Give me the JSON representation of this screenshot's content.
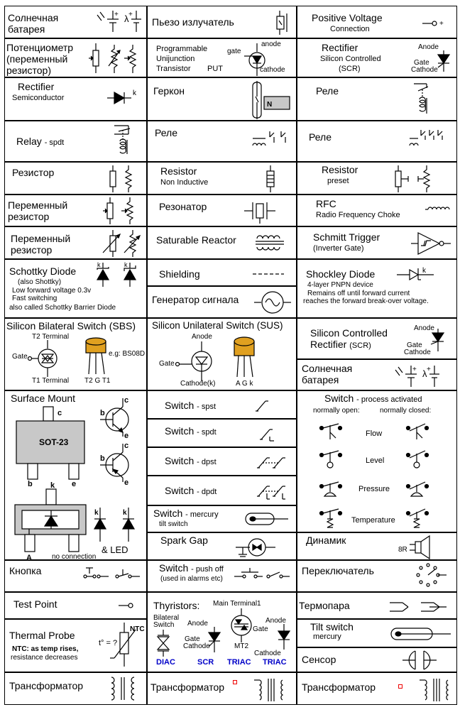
{
  "col1": {
    "solar_battery": {
      "label": "Солнечная батарея",
      "plus": "+",
      "lambda": "λ"
    },
    "potentiometer": {
      "label": "Потенциометр (переменный резистор)"
    },
    "rectifier_semi": {
      "label": "Rectifier",
      "sub": "Semiconductor",
      "k": "k"
    },
    "relay_spdt": {
      "label": "Relay",
      "sub": "- spdt"
    },
    "resistor": {
      "label": "Резистор"
    },
    "var_resistor1": {
      "label": "Переменный резистор"
    },
    "var_resistor2": {
      "label": "Переменный резистор"
    },
    "schottky": {
      "label": "Schottky Diode",
      "l1": "(also Shottky)",
      "l2": "Low forward voltage 0.3v",
      "l3": "Fast switching",
      "l4": "also called Schottky Barrier Diode",
      "k": "k"
    },
    "sbs": {
      "label": "Silicon Bilateral Switch (SBS)",
      "t2": "T2 Terminal",
      "gate": "Gate",
      "t1": "T1 Terminal",
      "eg": "e.g: BS08D",
      "pins": "T2  G  T1"
    },
    "surface_mount": {
      "label": "Surface Mount",
      "sot": "SOT-23",
      "c": "c",
      "b": "b",
      "e": "e",
      "k": "k",
      "a": "A",
      "noconn": "no connection",
      "led": "& LED"
    },
    "button": {
      "label": "Кнопка"
    },
    "test_point": {
      "label": "Test Point"
    },
    "thermal_probe": {
      "label": "Thermal Probe",
      "ntc": "NTC",
      "t": "t° = ?",
      "desc1": "NTC:  as temp rises,",
      "desc2": "resistance decreases"
    },
    "transformer": {
      "label": "Трансформатор"
    }
  },
  "col2": {
    "piezo": {
      "label": "Пьезо излучатель"
    },
    "put": {
      "l1": "Programmable",
      "l2": "Unijunction",
      "l3": "Transistor",
      "put": "PUT",
      "gate": "gate",
      "anode": "anode",
      "cathode": "cathode"
    },
    "reed": {
      "label": "Геркон",
      "n": "N"
    },
    "relay_ru": {
      "label": "Реле"
    },
    "resistor_ni": {
      "label": "Resistor",
      "sub": "Non Inductive"
    },
    "resonator": {
      "label": "Резонатор"
    },
    "saturable": {
      "label": "Saturable Reactor"
    },
    "shielding": {
      "label": "Shielding"
    },
    "signal_gen": {
      "label": "Генератор сигнала"
    },
    "sus": {
      "label": "Silicon Unilateral Switch (SUS)",
      "anode": "Anode",
      "gate": "Gate",
      "cathode": "Cathode(k)",
      "pins": "A  G  k"
    },
    "sw_spst": {
      "label": "Switch",
      "sub": "- spst"
    },
    "sw_spdt": {
      "label": "Switch",
      "sub": "- spdt"
    },
    "sw_dpst": {
      "label": "Switch",
      "sub": "- dpst"
    },
    "sw_dpdt": {
      "label": "Switch",
      "sub": "- dpdt"
    },
    "sw_mercury": {
      "label": "Switch",
      "sub": "- mercury",
      "sub2": "tilt switch"
    },
    "spark_gap": {
      "label": "Spark Gap"
    },
    "push_off": {
      "label": "Switch",
      "sub": "- push off",
      "sub2": "(used in alarms etc)"
    },
    "thyristors": {
      "label": "Thyristors:",
      "mt1": "Main Terminal1",
      "bilateral": "Bilateral",
      "switch": "Switch",
      "anode": "Anode",
      "gate": "Gate",
      "cathode": "Cathode",
      "mt2": "MT2",
      "diac": "DIAC",
      "scr": "SCR",
      "triac1": "TRIAC",
      "triac2": "TRIAC",
      "anode2": "Anode",
      "gate2": "Gate",
      "cathode2": "Cathode"
    },
    "transformer": {
      "label": "Трансформатор"
    }
  },
  "col3": {
    "pos_voltage": {
      "label": "Positive Voltage",
      "sub": "Connection",
      "plus": "+"
    },
    "scr": {
      "label": "Rectifier",
      "sub1": "Silicon Controlled",
      "sub2": "(SCR)",
      "anode": "Anode",
      "gate": "Gate",
      "cathode": "Cathode"
    },
    "relay_ru1": {
      "label": "Реле"
    },
    "relay_ru2": {
      "label": "Реле"
    },
    "resistor_preset": {
      "label": "Resistor",
      "sub": "preset"
    },
    "rfc": {
      "label": "RFC",
      "sub": "Radio Frequency Choke"
    },
    "schmitt": {
      "label": "Schmitt Trigger",
      "sub": "(Inverter Gate)"
    },
    "shockley": {
      "label": "Shockley Diode",
      "l1": "4-layer PNPN device",
      "l2": "Remains off until forward current",
      "l3": "reaches the forward break-over voltage.",
      "k": "k"
    },
    "scr2": {
      "label": "Silicon Controlled",
      "label2": "Rectifier",
      "sub": "(SCR)",
      "anode": "Anode",
      "gate": "Gate",
      "cathode": "Cathode"
    },
    "solar": {
      "label": "Солнечная батарея",
      "plus": "+",
      "lambda": "λ"
    },
    "switch_process": {
      "label": "Switch",
      "sub": "- process activated",
      "no": "normally open:",
      "nc": "normally closed:",
      "flow": "Flow",
      "level": "Level",
      "pressure": "Pressure",
      "temperature": "Temperature"
    },
    "speaker": {
      "label": "Динамик",
      "r": "8R"
    },
    "selector": {
      "label": "Переключатель"
    },
    "thermocouple": {
      "label": "Термопара"
    },
    "tilt": {
      "label": "Tilt switch",
      "sub": "mercury"
    },
    "sensor": {
      "label": "Сенсор"
    },
    "transformer": {
      "label": "Трансформатор"
    }
  }
}
